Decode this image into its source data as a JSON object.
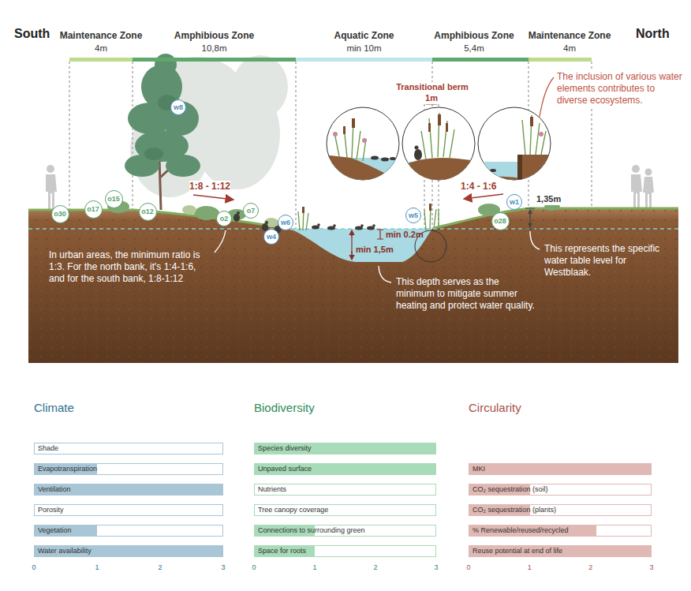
{
  "diagram": {
    "nodes": [
      {
        "text": [
          "Maintenance Zone",
          "4m"
        ]
      },
      {
        "text": [
          "Amphibious Zone",
          "10,8m"
        ]
      },
      {
        "text": [
          "Aquatic Zone",
          "min 10m"
        ]
      },
      {
        "text": [
          "Amphibious Zone",
          "5,4m"
        ]
      },
      {
        "text": [
          "Maintenance Zone",
          "4m"
        ]
      },
      {
        "text": [
          "w8"
        ]
      },
      {
        "text": [
          "o30"
        ]
      },
      {
        "text": [
          "o17"
        ]
      },
      {
        "text": [
          "o15"
        ]
      },
      {
        "text": [
          "o12"
        ]
      },
      {
        "text": [
          "o2"
        ]
      },
      {
        "text": [
          "o7"
        ]
      },
      {
        "text": [
          "w4"
        ]
      },
      {
        "text": [
          "w6"
        ]
      },
      {
        "text": [
          "w5"
        ]
      },
      {
        "text": [
          "w1"
        ]
      },
      {
        "text": [
          "o28"
        ]
      },
      {
        "text": [
          "Shade"
        ]
      },
      {
        "text": [
          "Evapotranspiration"
        ]
      },
      {
        "text": [
          "Ventilation"
        ]
      },
      {
        "text": [
          "Porosity"
        ]
      },
      {
        "text": [
          "Vegetation"
        ]
      },
      {
        "text": [
          "Water availability"
        ]
      },
      {
        "text": [
          "Species diversity"
        ]
      },
      {
        "text": [
          "Unpaved surface"
        ]
      },
      {
        "text": [
          "Nutrients"
        ]
      },
      {
        "text": [
          "Tree canopy coverage"
        ]
      },
      {
        "text": [
          "Connections to surrounding green"
        ]
      },
      {
        "text": [
          "Space for roots"
        ]
      },
      {
        "text": [
          "MKI"
        ]
      },
      {
        "text": [
          "CO₂ sequestration (soil)"
        ]
      },
      {
        "text": [
          "CO₂ sequestration (plants)"
        ]
      },
      {
        "text": [
          "% Renewable/reused/recycled"
        ]
      },
      {
        "text": [
          "Reuse potential at end of life"
        ]
      }
    ],
    "labels": [
      "South",
      "North",
      "Transitional berm",
      "1m",
      "The inclusion of various water elements contributes to diverse ecosystems.",
      "1:8 - 1:12",
      "1:4 - 1:6",
      "1,35m",
      "min 1,5m",
      "min 0.2m",
      "In urban areas, the minimum ratio is 1:3. For the north bank, it's 1:4-1:6, and for the south bank, 1:8-1:12",
      "This depth serves as the minimum to mitigate summer heating and protect water quality.",
      "This represents the specific water table level for Westblaak.",
      "Climate",
      "Biodiversity",
      "Circularity",
      "0",
      "1",
      "2",
      "3",
      "0",
      "1",
      "2",
      "3",
      "0",
      "1",
      "2",
      "3"
    ]
  }
}
